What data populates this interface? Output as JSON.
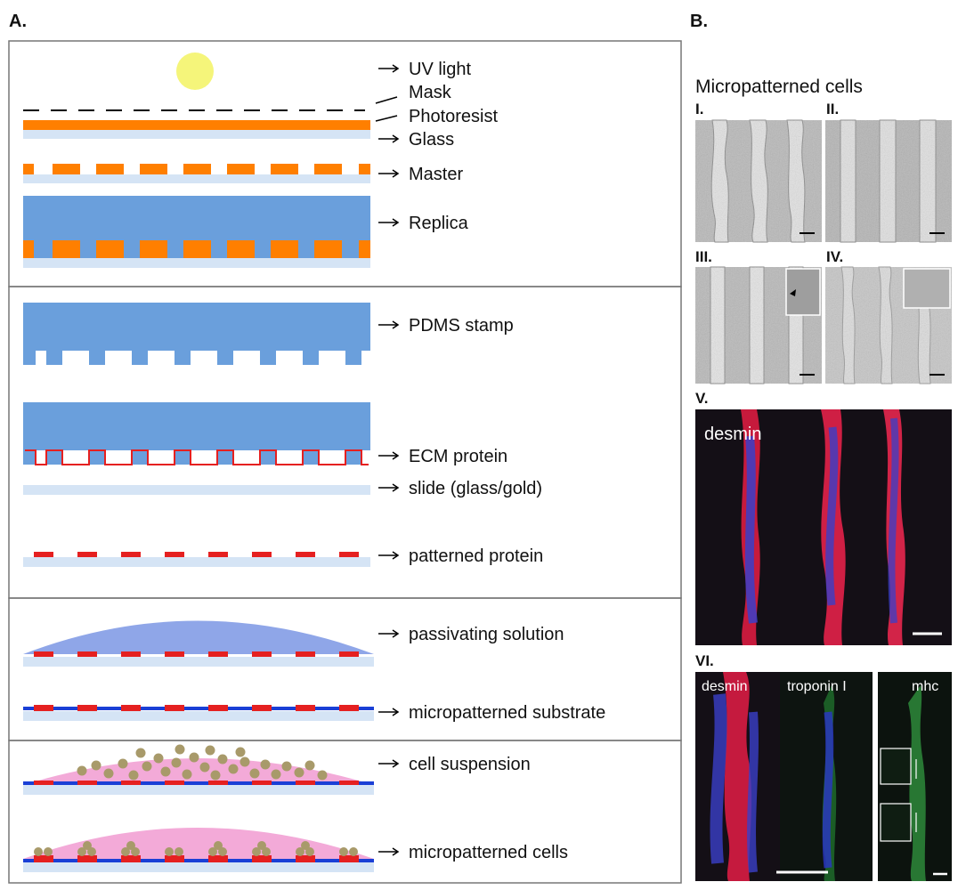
{
  "panel_a": {
    "letter": "A.",
    "uv_light": "UV light",
    "mask": "Mask",
    "photoresist": "Photoresist",
    "glass": "Glass",
    "master": "Master",
    "replica": "Replica",
    "pdms_stamp": "PDMS stamp",
    "ecm_protein": "ECM protein",
    "slide": "slide (glass/gold)",
    "patterned_protein": "patterned protein",
    "passivating_solution": "passivating solution",
    "micropatterned_substrate": "micropatterned substrate",
    "cell_suspension": "cell suspension",
    "micropatterned_cells": "micropatterned cells"
  },
  "panel_b": {
    "letter": "B.",
    "title": "Micropatterned cells",
    "sub_i": "I.",
    "sub_ii": "II.",
    "sub_iii": "III.",
    "sub_iv": "IV.",
    "sub_v": "V.",
    "sub_vi": "VI.",
    "stain_desmin_v": "desmin",
    "stain_desmin_vi": "desmin",
    "stain_troponin": "troponin I",
    "stain_mhc": "mhc"
  },
  "colors": {
    "photoresist": "#ff7f00",
    "glass": "#d5e4f5",
    "pdms": "#6a9fdc",
    "protein": "#e52020",
    "passivating": "#8fa6e8",
    "passivated_layer": "#1a3fd6",
    "cell_medium": "#f3aad8",
    "cell": "#a89a6a",
    "uv_light": "#f5f57a"
  }
}
